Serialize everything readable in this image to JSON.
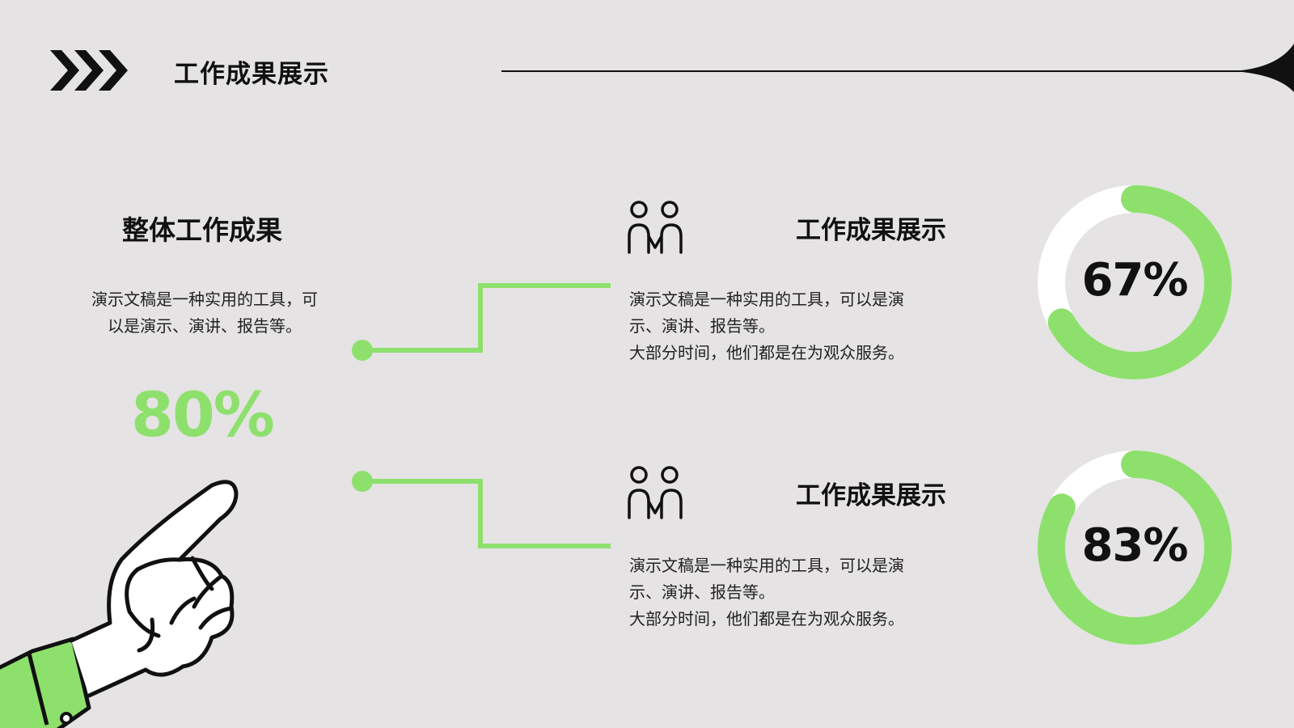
{
  "header": {
    "title": "工作成果展示",
    "chevron_icon": "triple-chevron-right-icon"
  },
  "overall": {
    "title": "整体工作成果",
    "description_lines": [
      "演示文稿是一种实用的工具，可",
      "以是演示、演讲、报告等。"
    ],
    "percent_text": "80%",
    "percent_value": 80
  },
  "cards": [
    {
      "icon": "people-icon",
      "title": "工作成果展示",
      "description_lines": [
        "演示文稿是一种实用的工具，可以是演",
        "示、演讲、报告等。",
        "大部分时间，他们都是在为观众服务。"
      ],
      "percent_text": "67%",
      "percent_value": 67
    },
    {
      "icon": "people-icon",
      "title": "工作成果展示",
      "description_lines": [
        "演示文稿是一种实用的工具，可以是演",
        "示、演讲、报告等。",
        "大部分时间，他们都是在为观众服务。"
      ],
      "percent_text": "83%",
      "percent_value": 83
    }
  ],
  "colors": {
    "background": "#e5e3e4",
    "accent_green": "#8ee06d",
    "text": "#111111",
    "donut_track": "#ffffff"
  }
}
